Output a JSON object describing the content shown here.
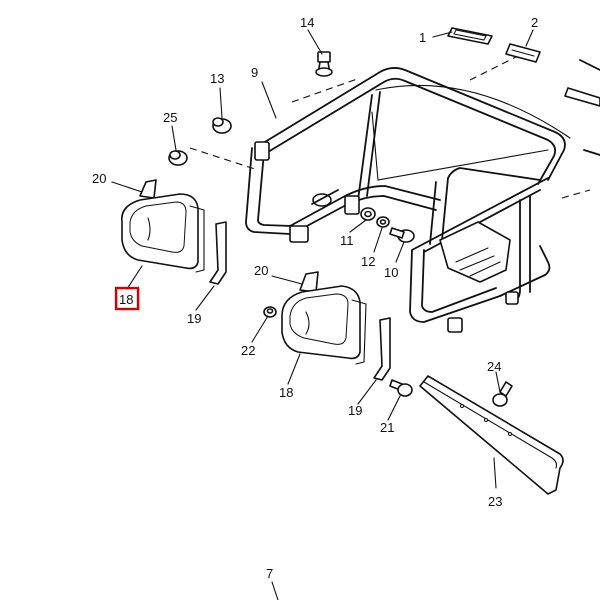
{
  "diagram": {
    "highlight_color": "#d40000",
    "callouts": [
      {
        "id": "1",
        "text": "1"
      },
      {
        "id": "2",
        "text": "2"
      },
      {
        "id": "7",
        "text": "7"
      },
      {
        "id": "9",
        "text": "9"
      },
      {
        "id": "10",
        "text": "10"
      },
      {
        "id": "11",
        "text": "11"
      },
      {
        "id": "12",
        "text": "12"
      },
      {
        "id": "13",
        "text": "13"
      },
      {
        "id": "14",
        "text": "14"
      },
      {
        "id": "18a",
        "text": "18"
      },
      {
        "id": "18b",
        "text": "18"
      },
      {
        "id": "19a",
        "text": "19"
      },
      {
        "id": "19b",
        "text": "19"
      },
      {
        "id": "20a",
        "text": "20"
      },
      {
        "id": "20b",
        "text": "20"
      },
      {
        "id": "21",
        "text": "21"
      },
      {
        "id": "22",
        "text": "22"
      },
      {
        "id": "23",
        "text": "23"
      },
      {
        "id": "24",
        "text": "24"
      },
      {
        "id": "25",
        "text": "25"
      }
    ]
  }
}
